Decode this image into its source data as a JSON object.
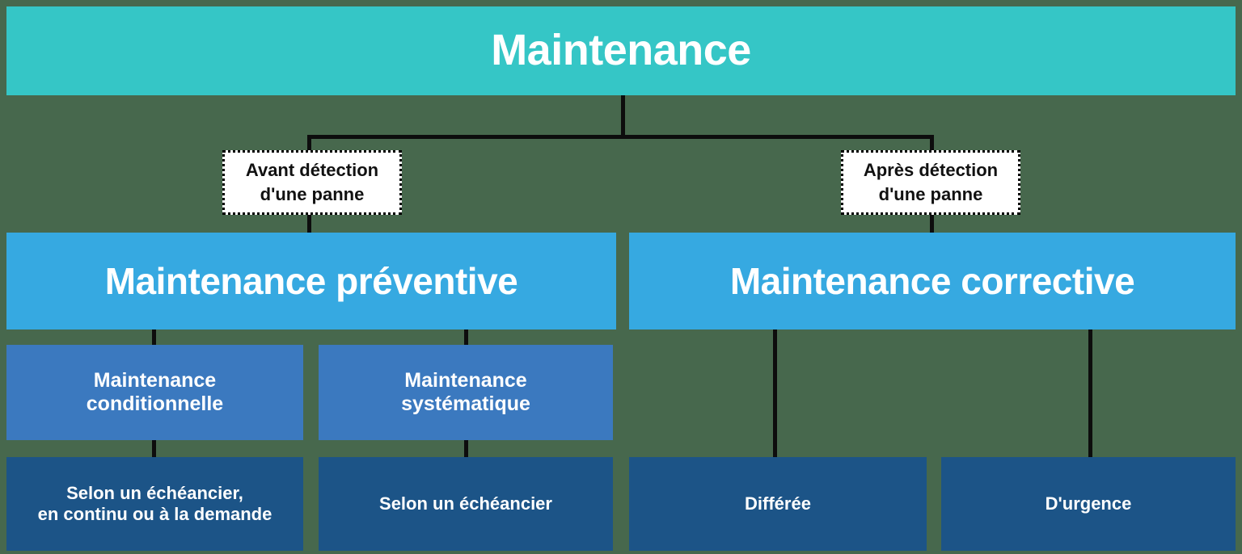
{
  "diagram": {
    "title": "Maintenance",
    "background_color": "#47684d",
    "root": {
      "label": "Maintenance",
      "color": "#35c6c6"
    },
    "annotations": [
      {
        "name": "before-failure",
        "text": "Avant détection\nd'une panne"
      },
      {
        "name": "after-failure",
        "text": "Après détection\nd'une panne"
      }
    ],
    "level1": [
      {
        "name": "preventive",
        "label": "Maintenance préventive",
        "color": "#36a9e1"
      },
      {
        "name": "corrective",
        "label": "Maintenance corrective",
        "color": "#36a9e1"
      }
    ],
    "level2": [
      {
        "name": "conditionnelle",
        "label": "Maintenance\nconditionnelle",
        "color": "#3b79bf"
      },
      {
        "name": "systematique",
        "label": "Maintenance\nsystématique",
        "color": "#3b79bf"
      }
    ],
    "level3": [
      {
        "name": "echeancier-continu",
        "label": "Selon un échéancier,\nen continu ou à la demande",
        "color": "#1c5487"
      },
      {
        "name": "echeancier",
        "label": "Selon un échéancier",
        "color": "#1c5487"
      },
      {
        "name": "differee",
        "label": "Différée",
        "color": "#1c5487"
      },
      {
        "name": "urgence",
        "label": "D'urgence",
        "color": "#1c5487"
      }
    ]
  }
}
